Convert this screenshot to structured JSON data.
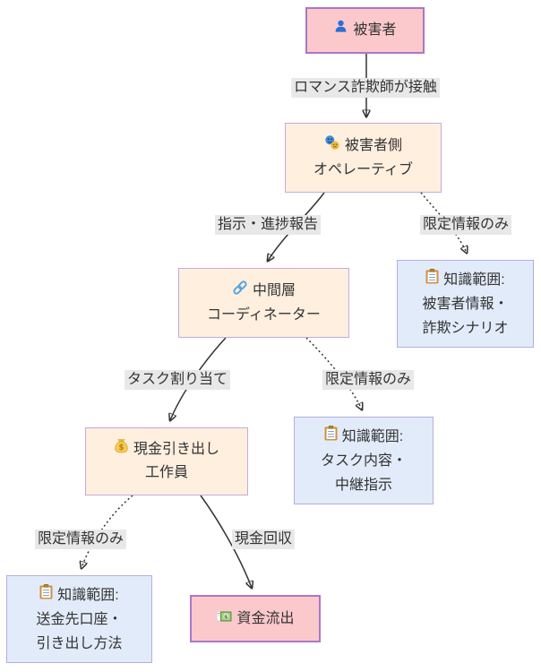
{
  "diagram": {
    "nodes": {
      "victim": {
        "label": "被害者",
        "icon": "person-icon",
        "style": "pink"
      },
      "operative": {
        "line1": "被害者側",
        "line2": "オペレーティブ",
        "icon": "performing-arts-icon",
        "style": "cream"
      },
      "knowledge_victim_info": {
        "line1": "知識範囲:",
        "line2": "被害者情報・",
        "line3": "詐欺シナリオ",
        "icon": "clipboard-icon",
        "style": "blue"
      },
      "coordinator": {
        "line1": "中間層",
        "line2": "コーディネーター",
        "icon": "link-icon",
        "style": "cream"
      },
      "knowledge_task": {
        "line1": "知識範囲:",
        "line2": "タスク内容・",
        "line3": "中継指示",
        "icon": "clipboard-icon",
        "style": "blue"
      },
      "cash_agent": {
        "line1": "現金引き出し",
        "line2": "工作員",
        "icon": "money-bag-icon",
        "style": "cream"
      },
      "knowledge_account": {
        "line1": "知識範囲:",
        "line2": "送金先口座・",
        "line3": "引き出し方法",
        "icon": "clipboard-icon",
        "style": "blue"
      },
      "outflow": {
        "label": "資金流出",
        "icon": "money-with-wings-icon",
        "style": "pink"
      }
    },
    "edges": [
      {
        "from": "victim",
        "to": "operative",
        "label": "ロマンス詐欺師が接触",
        "style": "solid"
      },
      {
        "from": "operative",
        "to": "coordinator",
        "label": "指示・進捗報告",
        "style": "solid"
      },
      {
        "from": "operative",
        "to": "knowledge_victim_info",
        "label": "限定情報のみ",
        "style": "dotted"
      },
      {
        "from": "coordinator",
        "to": "cash_agent",
        "label": "タスク割り当て",
        "style": "solid"
      },
      {
        "from": "coordinator",
        "to": "knowledge_task",
        "label": "限定情報のみ",
        "style": "dotted"
      },
      {
        "from": "cash_agent",
        "to": "knowledge_account",
        "label": "限定情報のみ",
        "style": "dotted"
      },
      {
        "from": "cash_agent",
        "to": "outflow",
        "label": "現金回収",
        "style": "solid"
      }
    ],
    "colors": {
      "pink_fill": "#fbc9cb",
      "pink_border": "#aa77c8",
      "cream_fill": "#ffefdf",
      "cream_border": "#c3abdd",
      "blue_fill": "#e2ebfa",
      "blue_border": "#b3b0dc",
      "edge_label_bg": "#e8e8e8",
      "line_color": "#333333",
      "text_color": "#333333"
    }
  }
}
